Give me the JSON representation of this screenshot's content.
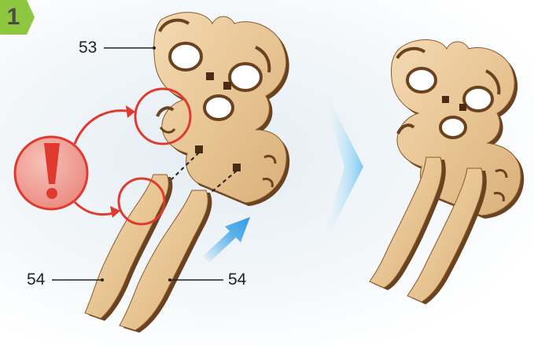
{
  "step": {
    "number": "1"
  },
  "labels": {
    "part_top": "53",
    "part_left": "54",
    "part_right": "54"
  },
  "colors": {
    "badge_green": "#8dc63f",
    "wood_face": "#eccb9c",
    "wood_edge": "#6b4220",
    "warning_red": "#e03a2f",
    "arrow_blue": "#3aa4e6"
  },
  "icons": [
    "exclamation-icon",
    "blue-arrow-icon",
    "next-step-chevron-icon"
  ]
}
